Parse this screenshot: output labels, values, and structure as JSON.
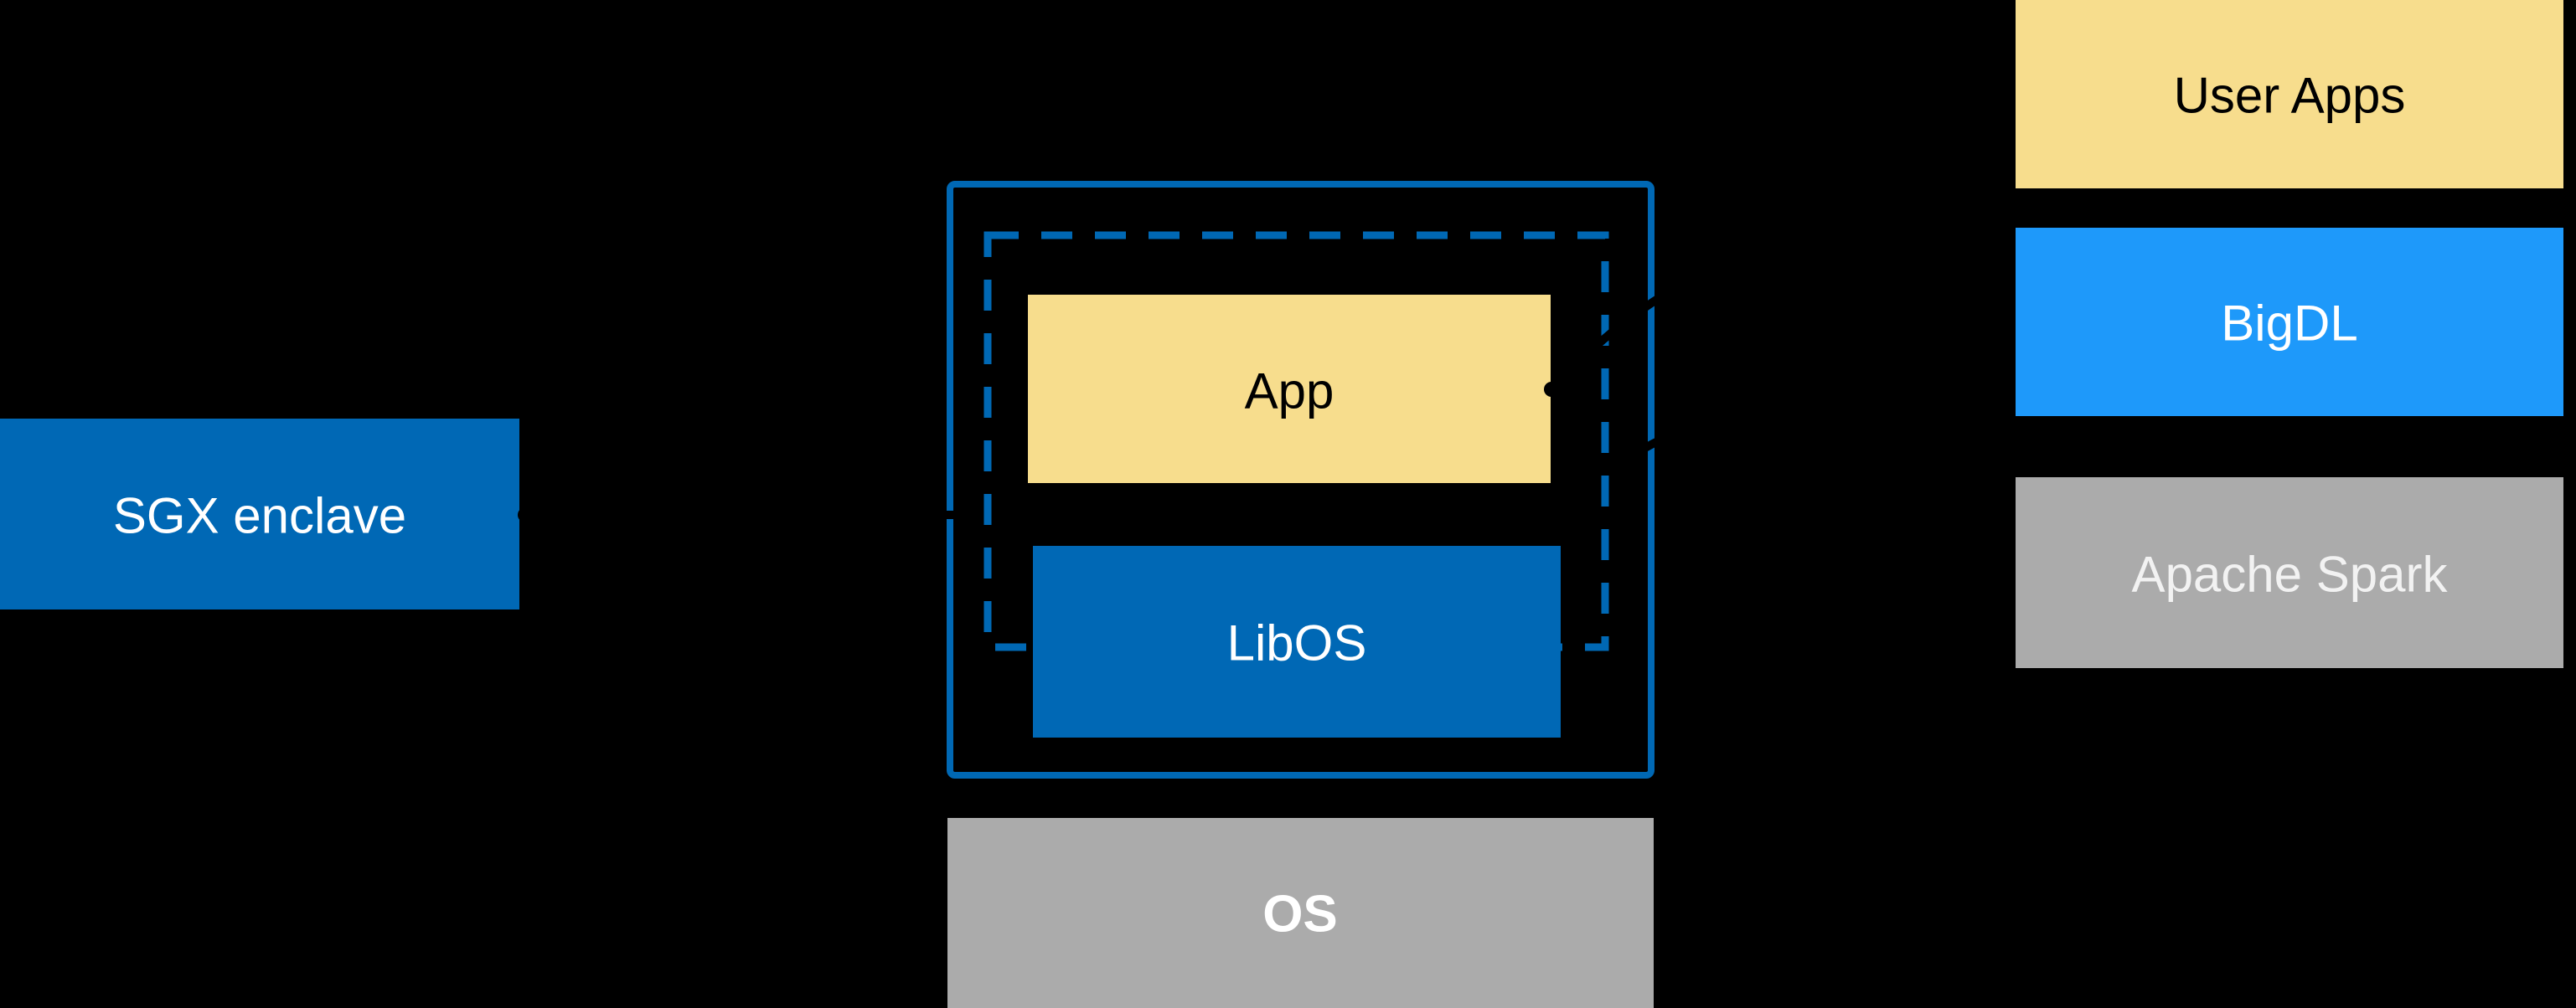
{
  "diagram": {
    "title": "SGX enclave LibOS architecture diagram",
    "background": "#000000",
    "colors": {
      "intel_blue": "#0068B5",
      "border_blue": "#0068B4",
      "bright_blue": "#1E99FA",
      "warm_yellow": "#F7DD8D",
      "gray": "#ABABAB",
      "connector_black": "#000000",
      "text_dark": "#000000",
      "text_light": "#FFFFFF"
    },
    "nodes": {
      "sgx_enclave": {
        "label": "SGX enclave"
      },
      "app": {
        "label": "App"
      },
      "libos": {
        "label": "LibOS"
      },
      "os": {
        "label": "OS"
      },
      "user_apps": {
        "label": "User Apps"
      },
      "bigdl": {
        "label": "BigDL"
      },
      "apache_spark": {
        "label": "Apache Spark"
      }
    },
    "connectors": [
      {
        "name": "sgx-label-to-enclave-boundary",
        "from": "sgx_enclave",
        "to": "enclave_dashed_boundary",
        "style": "dashed-black, dot tail, arrow head"
      },
      {
        "name": "app-to-bigdl",
        "from": "app",
        "to": "bigdl",
        "style": "dashed-black curve, dot tail"
      },
      {
        "name": "enclave-to-bigdl-lower",
        "from": "enclave_box",
        "to": "bigdl",
        "style": "dashed-black curve"
      }
    ]
  }
}
